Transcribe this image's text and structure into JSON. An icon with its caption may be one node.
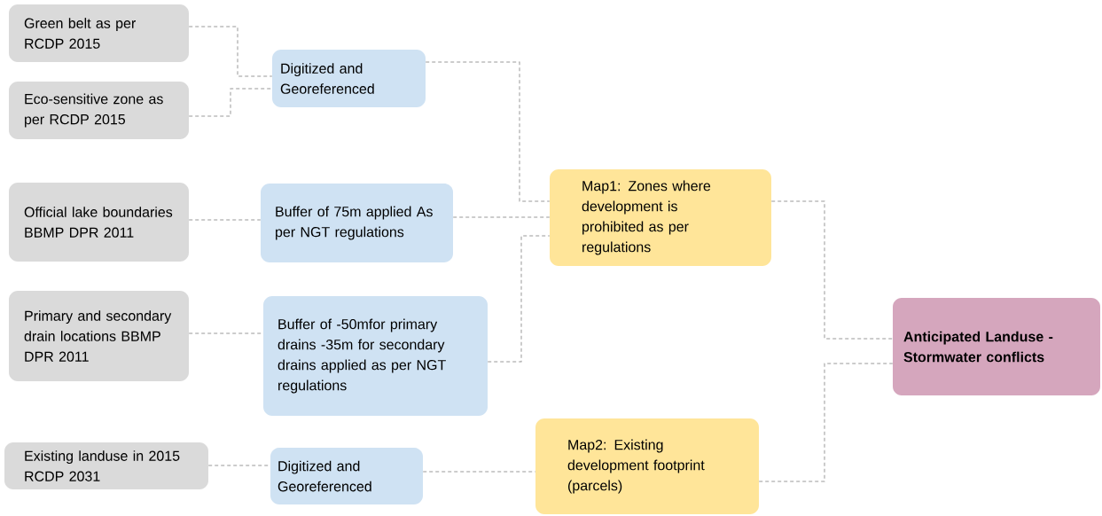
{
  "diagram": {
    "nodes": [
      {
        "text": [
          "Green belt as per RCDP 2015"
        ]
      },
      {
        "text": [
          "Eco-sensitive zone as per RCDP 2015"
        ]
      },
      {
        "text": [
          "Digitized and Georeferenced"
        ]
      },
      {
        "text": [
          "Official lake boundaries BBMP DPR 2011"
        ]
      },
      {
        "text": [
          "Buffer of 75m applied As per NGT regulations"
        ]
      },
      {
        "text": [
          "Primary and secondary drain locations BBMP DPR 2011"
        ]
      },
      {
        "text": [
          "Buffer of -50mfor primary drains -35m for secondary drains applied as per NGT regulations"
        ]
      },
      {
        "text": [
          "Existing landuse in 2015 RCDP 2031"
        ]
      },
      {
        "text": [
          "Digitized and Georeferenced"
        ]
      },
      {
        "text": [
          "Map1: Zones where development is prohibited as per regulations"
        ]
      },
      {
        "text": [
          "Map2: Existing development footprint (parcels)"
        ]
      },
      {
        "text": [
          "Anticipated Landuse - Stormwater conflicts"
        ]
      }
    ],
    "edges": [
      {
        "from": 0,
        "to": 2,
        "arrow": "none"
      },
      {
        "from": 1,
        "to": 2,
        "arrow": "none"
      },
      {
        "from": 3,
        "to": 4,
        "arrow": "none"
      },
      {
        "from": 5,
        "to": 6,
        "arrow": "none"
      },
      {
        "from": 7,
        "to": 8,
        "arrow": "none"
      },
      {
        "from": 2,
        "to": 9,
        "arrow": "none"
      },
      {
        "from": 4,
        "to": 9,
        "arrow": "none"
      },
      {
        "from": 6,
        "to": 9,
        "arrow": "none"
      },
      {
        "from": 8,
        "to": 10,
        "arrow": "none"
      },
      {
        "from": 9,
        "to": 11,
        "arrow": "none"
      },
      {
        "from": 10,
        "to": 11,
        "arrow": "none"
      }
    ]
  }
}
